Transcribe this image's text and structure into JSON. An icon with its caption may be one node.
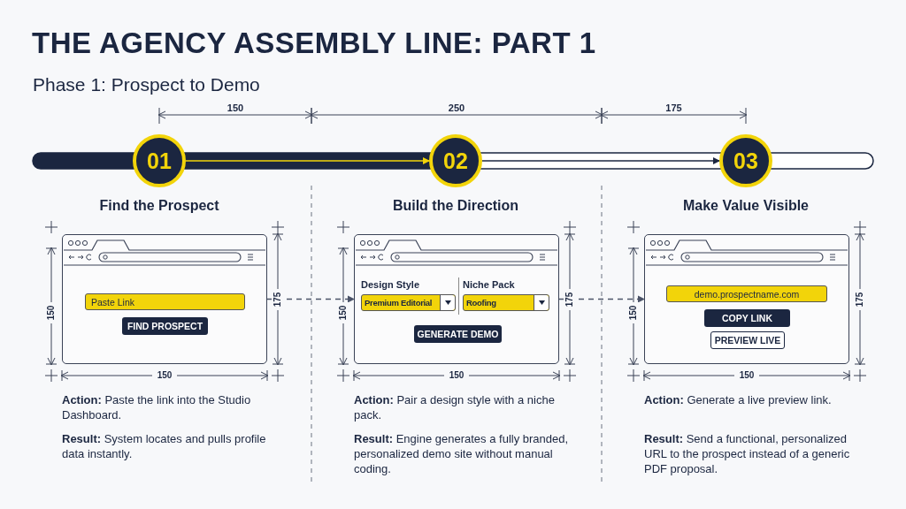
{
  "diagram": {
    "title": "THE AGENCY ASSEMBLY LINE: PART 1",
    "nodes": [
      {
        "text": [
          "01"
        ],
        "beside": [
          "Find the Prospect"
        ]
      },
      {
        "text": [
          "02"
        ],
        "beside": [
          "Build the Direction"
        ]
      },
      {
        "text": [
          "03"
        ],
        "beside": [
          "Make Value Visible"
        ]
      },
      {
        "text": [],
        "shape": "box"
      },
      {
        "text": [
          "Paste Link"
        ],
        "in": 3
      },
      {
        "text": [
          "FIND PROSPECT"
        ],
        "in": 3
      },
      {
        "text": [],
        "shape": "box"
      },
      {
        "text": [
          "Premium Editorial"
        ],
        "in": 6,
        "beside": [
          "Design Style"
        ]
      },
      {
        "text": [
          "Roofing"
        ],
        "in": 6,
        "beside": [
          "Niche Pack"
        ]
      },
      {
        "text": [
          "GENERATE DEMO"
        ],
        "in": 6
      },
      {
        "text": [],
        "shape": "box"
      },
      {
        "text": [
          "demo.prospectname.com"
        ],
        "in": 10
      },
      {
        "text": [
          "COPY LINK"
        ],
        "in": 10
      },
      {
        "text": [
          "PREVIEW LIVE"
        ],
        "in": 10
      }
    ],
    "edges": [
      {
        "from": 0,
        "to": 1,
        "arrow": "to",
        "color": "#f2d40a"
      },
      {
        "from": 1,
        "to": 2,
        "arrow": "to"
      },
      {
        "from": 3,
        "to": 6,
        "arrow": "to",
        "style": "dashed"
      },
      {
        "from": 6,
        "to": 10,
        "arrow": "to",
        "style": "dashed"
      }
    ],
    "labels": [
      "Phase 1: Prospect to Demo",
      "150",
      "250",
      "175",
      "150",
      "175",
      "150",
      "150",
      "175",
      "150",
      "150",
      "175",
      "150",
      "**Action:** Paste the link into the Studio Dashboard.",
      "**Result:** System locates and pulls profile data instantly.",
      "**Action:** Pair a design style with a niche pack.",
      "**Result:** Engine generates a fully branded, personalized demo site without manual coding.",
      "**Action:** Generate a live preview link.",
      "**Result:** Send a functional, personalized URL to the prospect instead of a generic PDF proposal."
    ]
  }
}
